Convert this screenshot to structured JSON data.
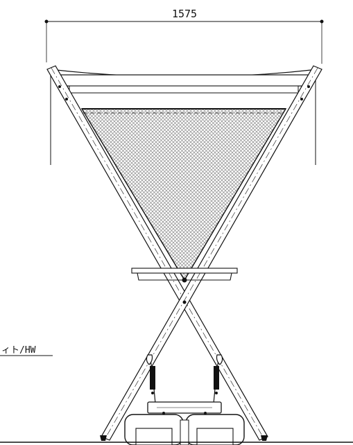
{
  "dimension": {
    "value": "1575"
  },
  "side_label": {
    "text": "ﾐﾆﾏﾑﾊｲﾄ/HW",
    "visible_text": "ィト/HW"
  },
  "colors": {
    "line": "#111111",
    "mesh": "#9a9a9a",
    "background": "#ffffff"
  }
}
